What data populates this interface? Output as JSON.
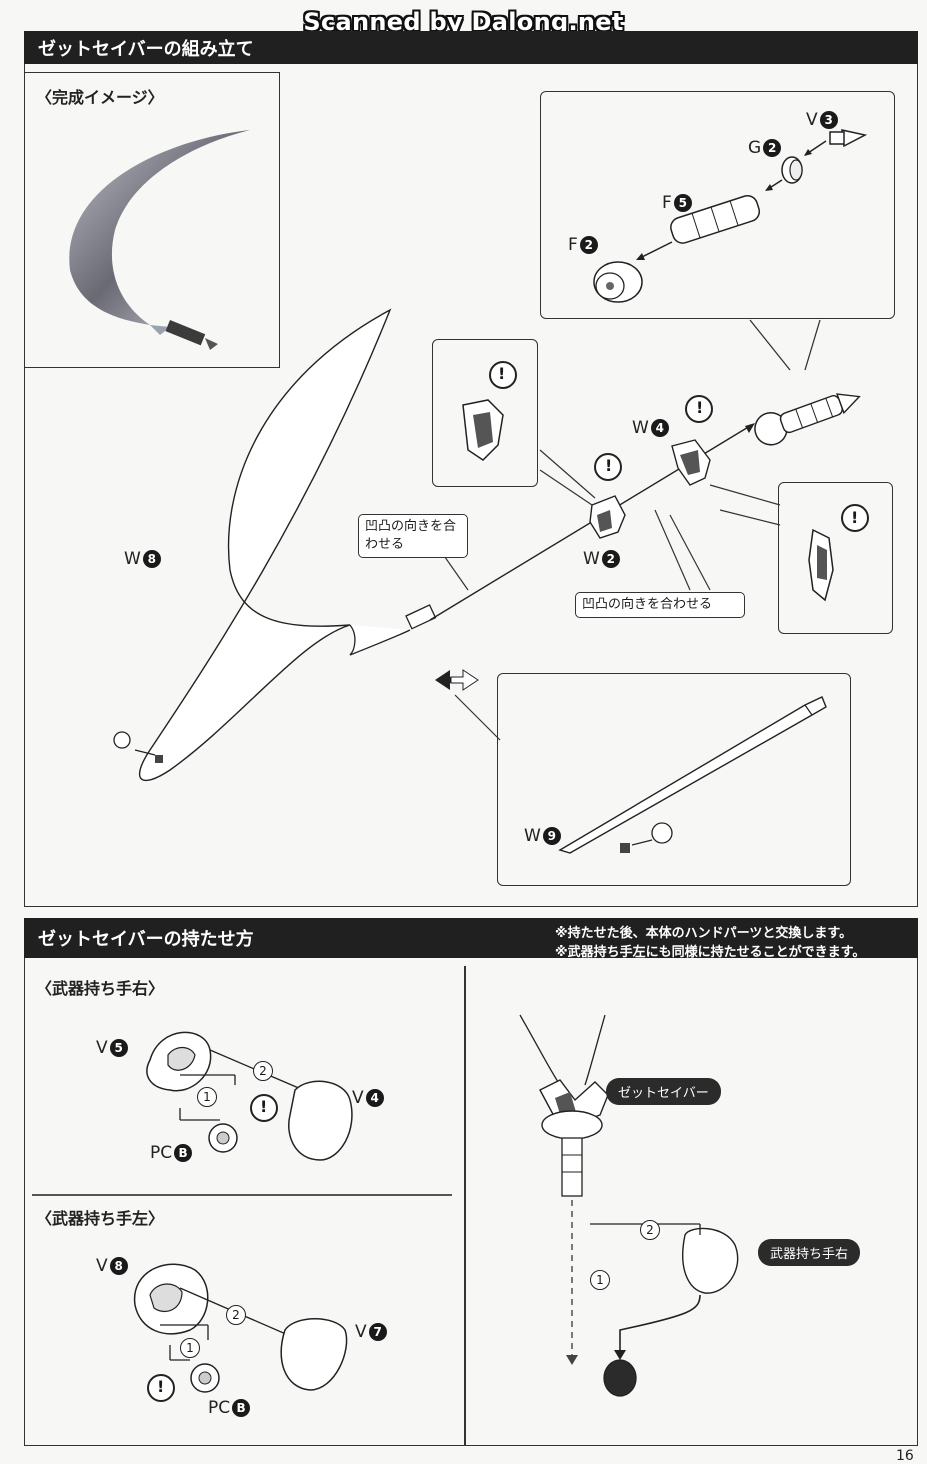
{
  "scan_credit": "Scanned by Dalong.net",
  "assembly": {
    "header": "ゼットセイバーの組み立て",
    "finished_label": "〈完成イメージ〉",
    "parts": {
      "v3": "V",
      "v3_num": "3",
      "g2": "G",
      "g2_num": "2",
      "f5": "F",
      "f5_num": "5",
      "f2": "F",
      "f2_num": "2",
      "w4": "W",
      "w4_num": "4",
      "w2": "W",
      "w2_num": "2",
      "w8": "W",
      "w8_num": "8",
      "w9": "W",
      "w9_num": "9"
    },
    "callout_align_1": "凹凸の向きを合わせる",
    "callout_align_2": "凹凸の向きを合わせる",
    "caution_mark": "!"
  },
  "holding": {
    "header": "ゼットセイバーの持たせ方",
    "note_1": "※持たせた後、本体のハンドパーツと交換します。",
    "note_2": "※武器持ち手左にも同様に持たせることができます。",
    "right_hand_title": "〈武器持ち手右〉",
    "left_hand_title": "〈武器持ち手左〉",
    "right_parts": {
      "v5": "V",
      "v5_num": "5",
      "v4": "V",
      "v4_num": "4",
      "pcb": "PC",
      "pcb_num": "B"
    },
    "left_parts": {
      "v8": "V",
      "v8_num": "8",
      "v7": "V",
      "v7_num": "7",
      "pcb": "PC",
      "pcb_num": "B"
    },
    "step_1": "1",
    "step_2": "2",
    "pill_saber": "ゼットセイバー",
    "pill_hand": "武器持ち手右"
  },
  "page_number": "16"
}
